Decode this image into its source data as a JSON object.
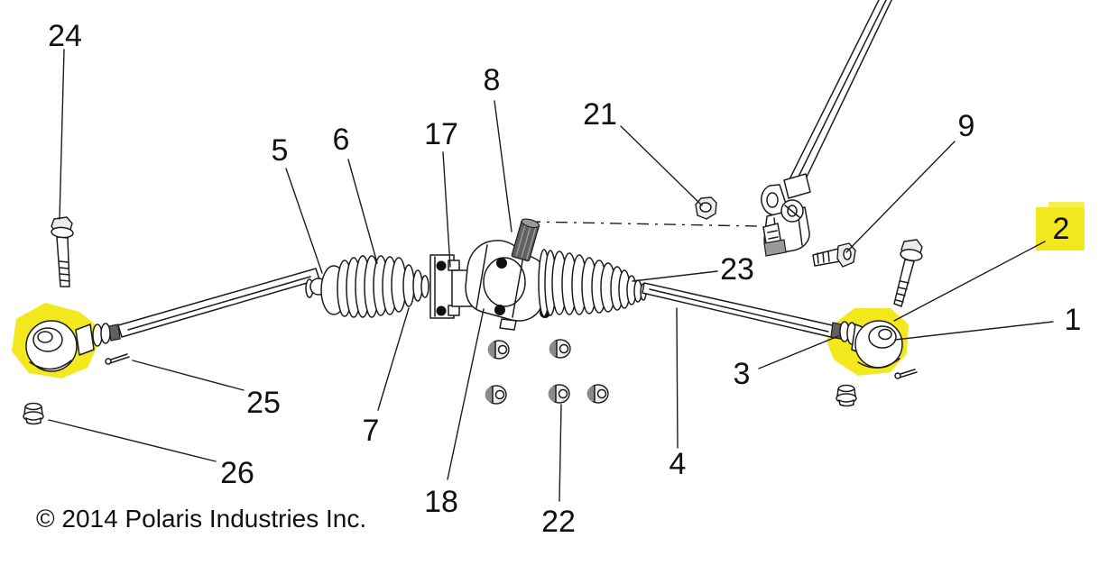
{
  "copyright": "© 2014 Polaris Industries Inc.",
  "colors": {
    "background": "#ffffff",
    "line_art": "#1c1c1c",
    "highlight_yellow": "#f3e71d"
  },
  "diagram": {
    "kind": "exploded-parts-diagram",
    "subject": "steering rack and tie rod assembly"
  },
  "callouts": [
    {
      "num": "1",
      "highlighted": false
    },
    {
      "num": "2",
      "highlighted": true
    },
    {
      "num": "3",
      "highlighted": false
    },
    {
      "num": "4",
      "highlighted": false
    },
    {
      "num": "5",
      "highlighted": false
    },
    {
      "num": "6",
      "highlighted": false
    },
    {
      "num": "7",
      "highlighted": false
    },
    {
      "num": "8",
      "highlighted": false
    },
    {
      "num": "9",
      "highlighted": false
    },
    {
      "num": "17",
      "highlighted": false
    },
    {
      "num": "18",
      "highlighted": false
    },
    {
      "num": "21",
      "highlighted": false
    },
    {
      "num": "22",
      "highlighted": false
    },
    {
      "num": "23",
      "highlighted": false
    },
    {
      "num": "24",
      "highlighted": false
    },
    {
      "num": "25",
      "highlighted": false
    },
    {
      "num": "26",
      "highlighted": false
    }
  ],
  "highlighted_regions": [
    "callout-2-label",
    "left-tie-rod-end",
    "right-tie-rod-end"
  ]
}
